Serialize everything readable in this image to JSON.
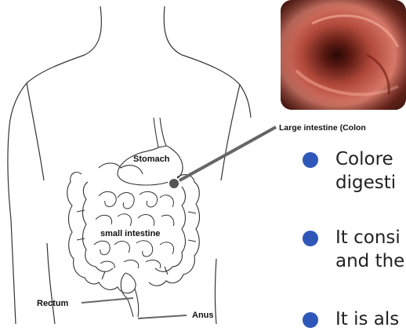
{
  "labels": {
    "stomach": "Stomach",
    "small_intestine": "small intestine",
    "rectum": "Rectum",
    "anus": "Anus",
    "large_intestine": "Large intestine (Colon"
  },
  "photo": {
    "subject": "colonoscopy-photo"
  },
  "bullets": [
    {
      "line1": "Colore",
      "line2": "digesti"
    },
    {
      "line1": "It consi",
      "line2": "and the"
    },
    {
      "line1": "It is als",
      "line2": ""
    }
  ],
  "colors": {
    "bullet": "#2f57b8",
    "pointer": "#666666",
    "outline": "#333333",
    "photo_dark": "#3a0d0a",
    "photo_mid": "#b24a3c",
    "photo_light": "#e08a78"
  }
}
